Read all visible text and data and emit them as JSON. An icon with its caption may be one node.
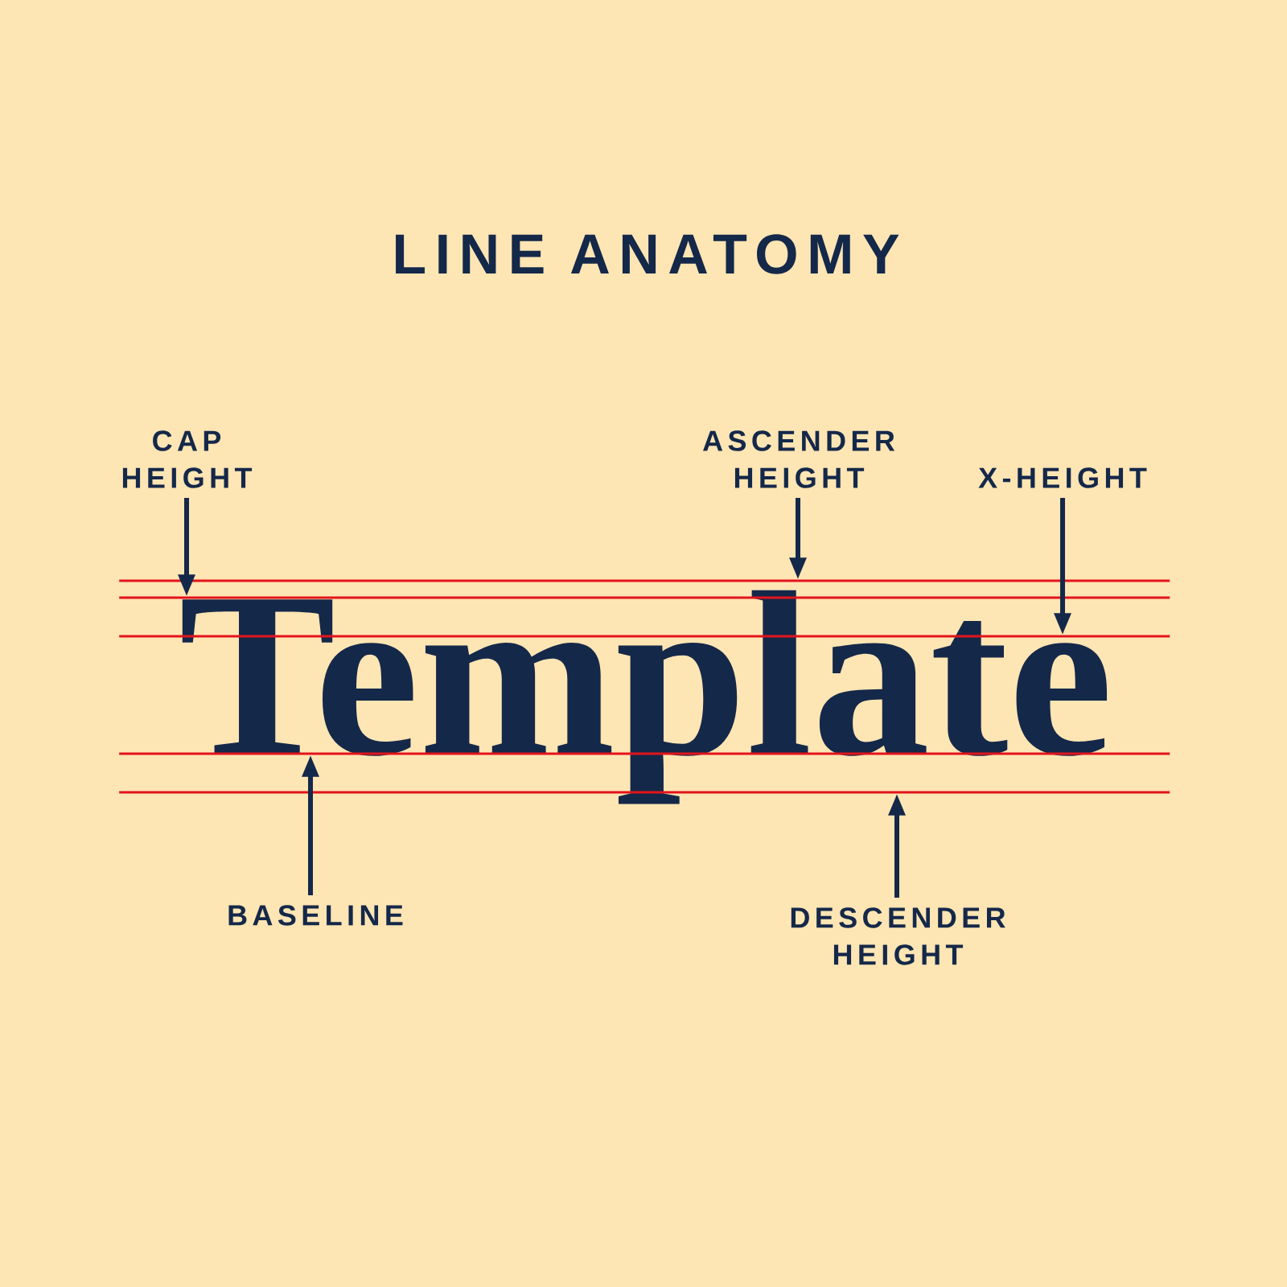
{
  "diagram": {
    "title": "LINE ANATOMY",
    "nodes": [
      {
        "text": [
          "CAP HEIGHT"
        ]
      },
      {
        "text": [
          "ASCENDER HEIGHT"
        ]
      },
      {
        "text": [
          "X-HEIGHT"
        ]
      },
      {
        "text": [],
        "shape": "line"
      },
      {
        "text": [],
        "shape": "line"
      },
      {
        "text": [],
        "shape": "line"
      },
      {
        "text": [],
        "shape": "line"
      },
      {
        "text": [],
        "shape": "line"
      },
      {
        "text": [
          "BASELINE"
        ]
      },
      {
        "text": [
          "DESCENDER HEIGHT"
        ]
      }
    ],
    "edges": [
      {
        "from": 0,
        "to": 4,
        "arrow": "to"
      },
      {
        "from": 1,
        "to": 3,
        "arrow": "to"
      },
      {
        "from": 2,
        "to": 5,
        "arrow": "to"
      },
      {
        "from": 8,
        "to": 6,
        "arrow": "to"
      },
      {
        "from": 9,
        "to": 7,
        "arrow": "to"
      }
    ],
    "labels": [
      "Template"
    ]
  }
}
